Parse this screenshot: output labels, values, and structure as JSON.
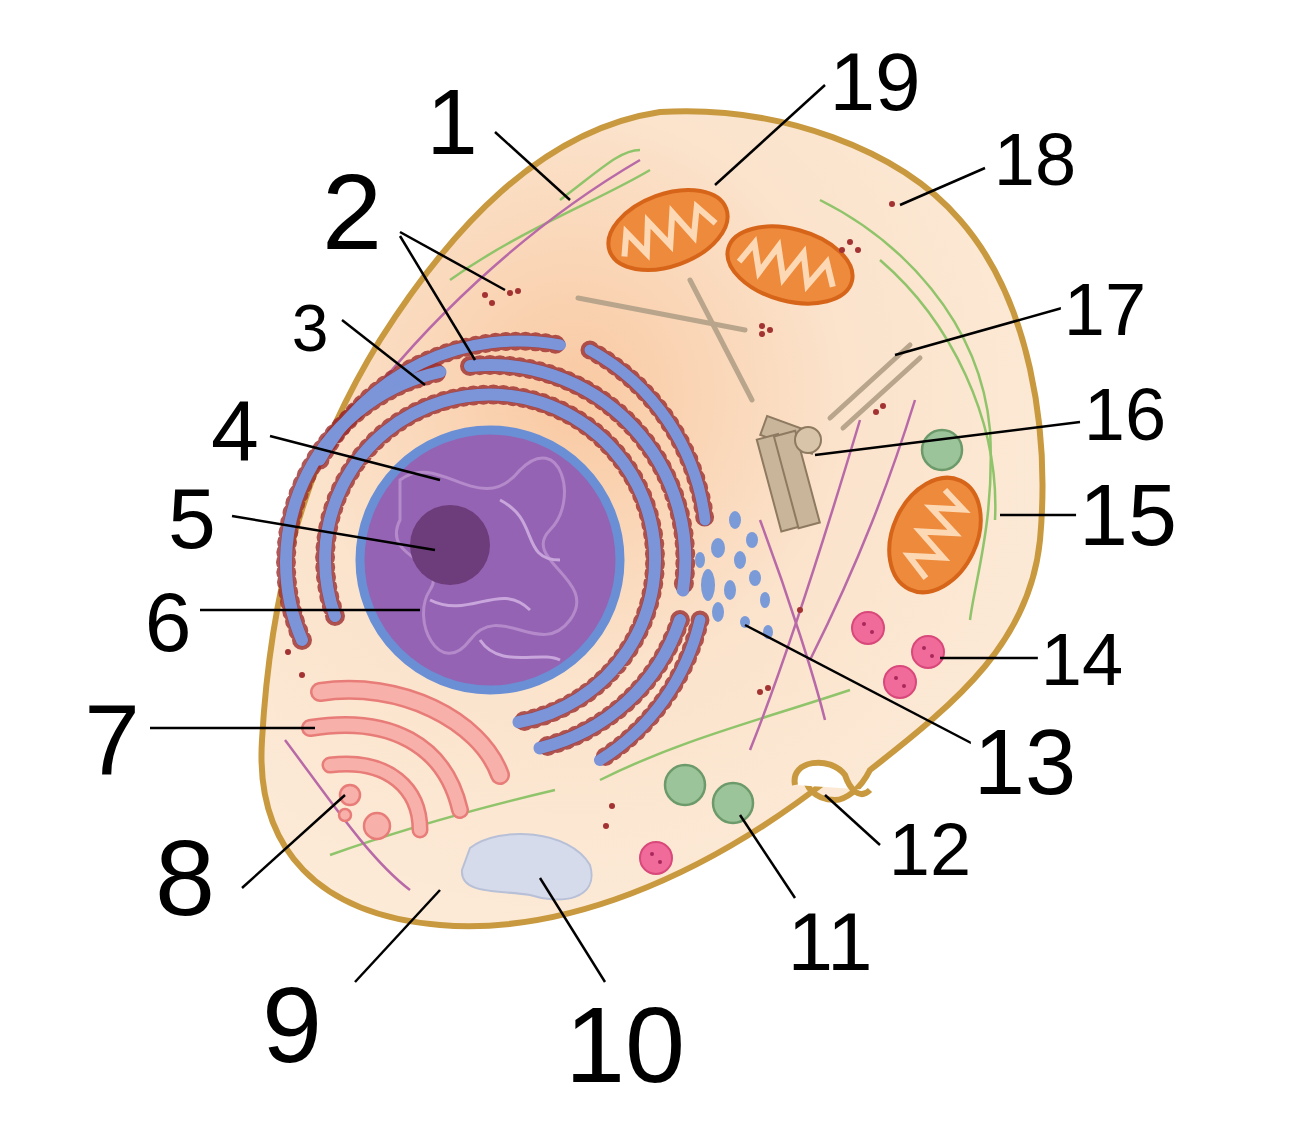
{
  "diagram": {
    "labels": [
      "1",
      "2",
      "3",
      "4",
      "5",
      "6",
      "7",
      "8",
      "9",
      "10",
      "11",
      "12",
      "13",
      "14",
      "15",
      "16",
      "17",
      "18",
      "19"
    ]
  }
}
